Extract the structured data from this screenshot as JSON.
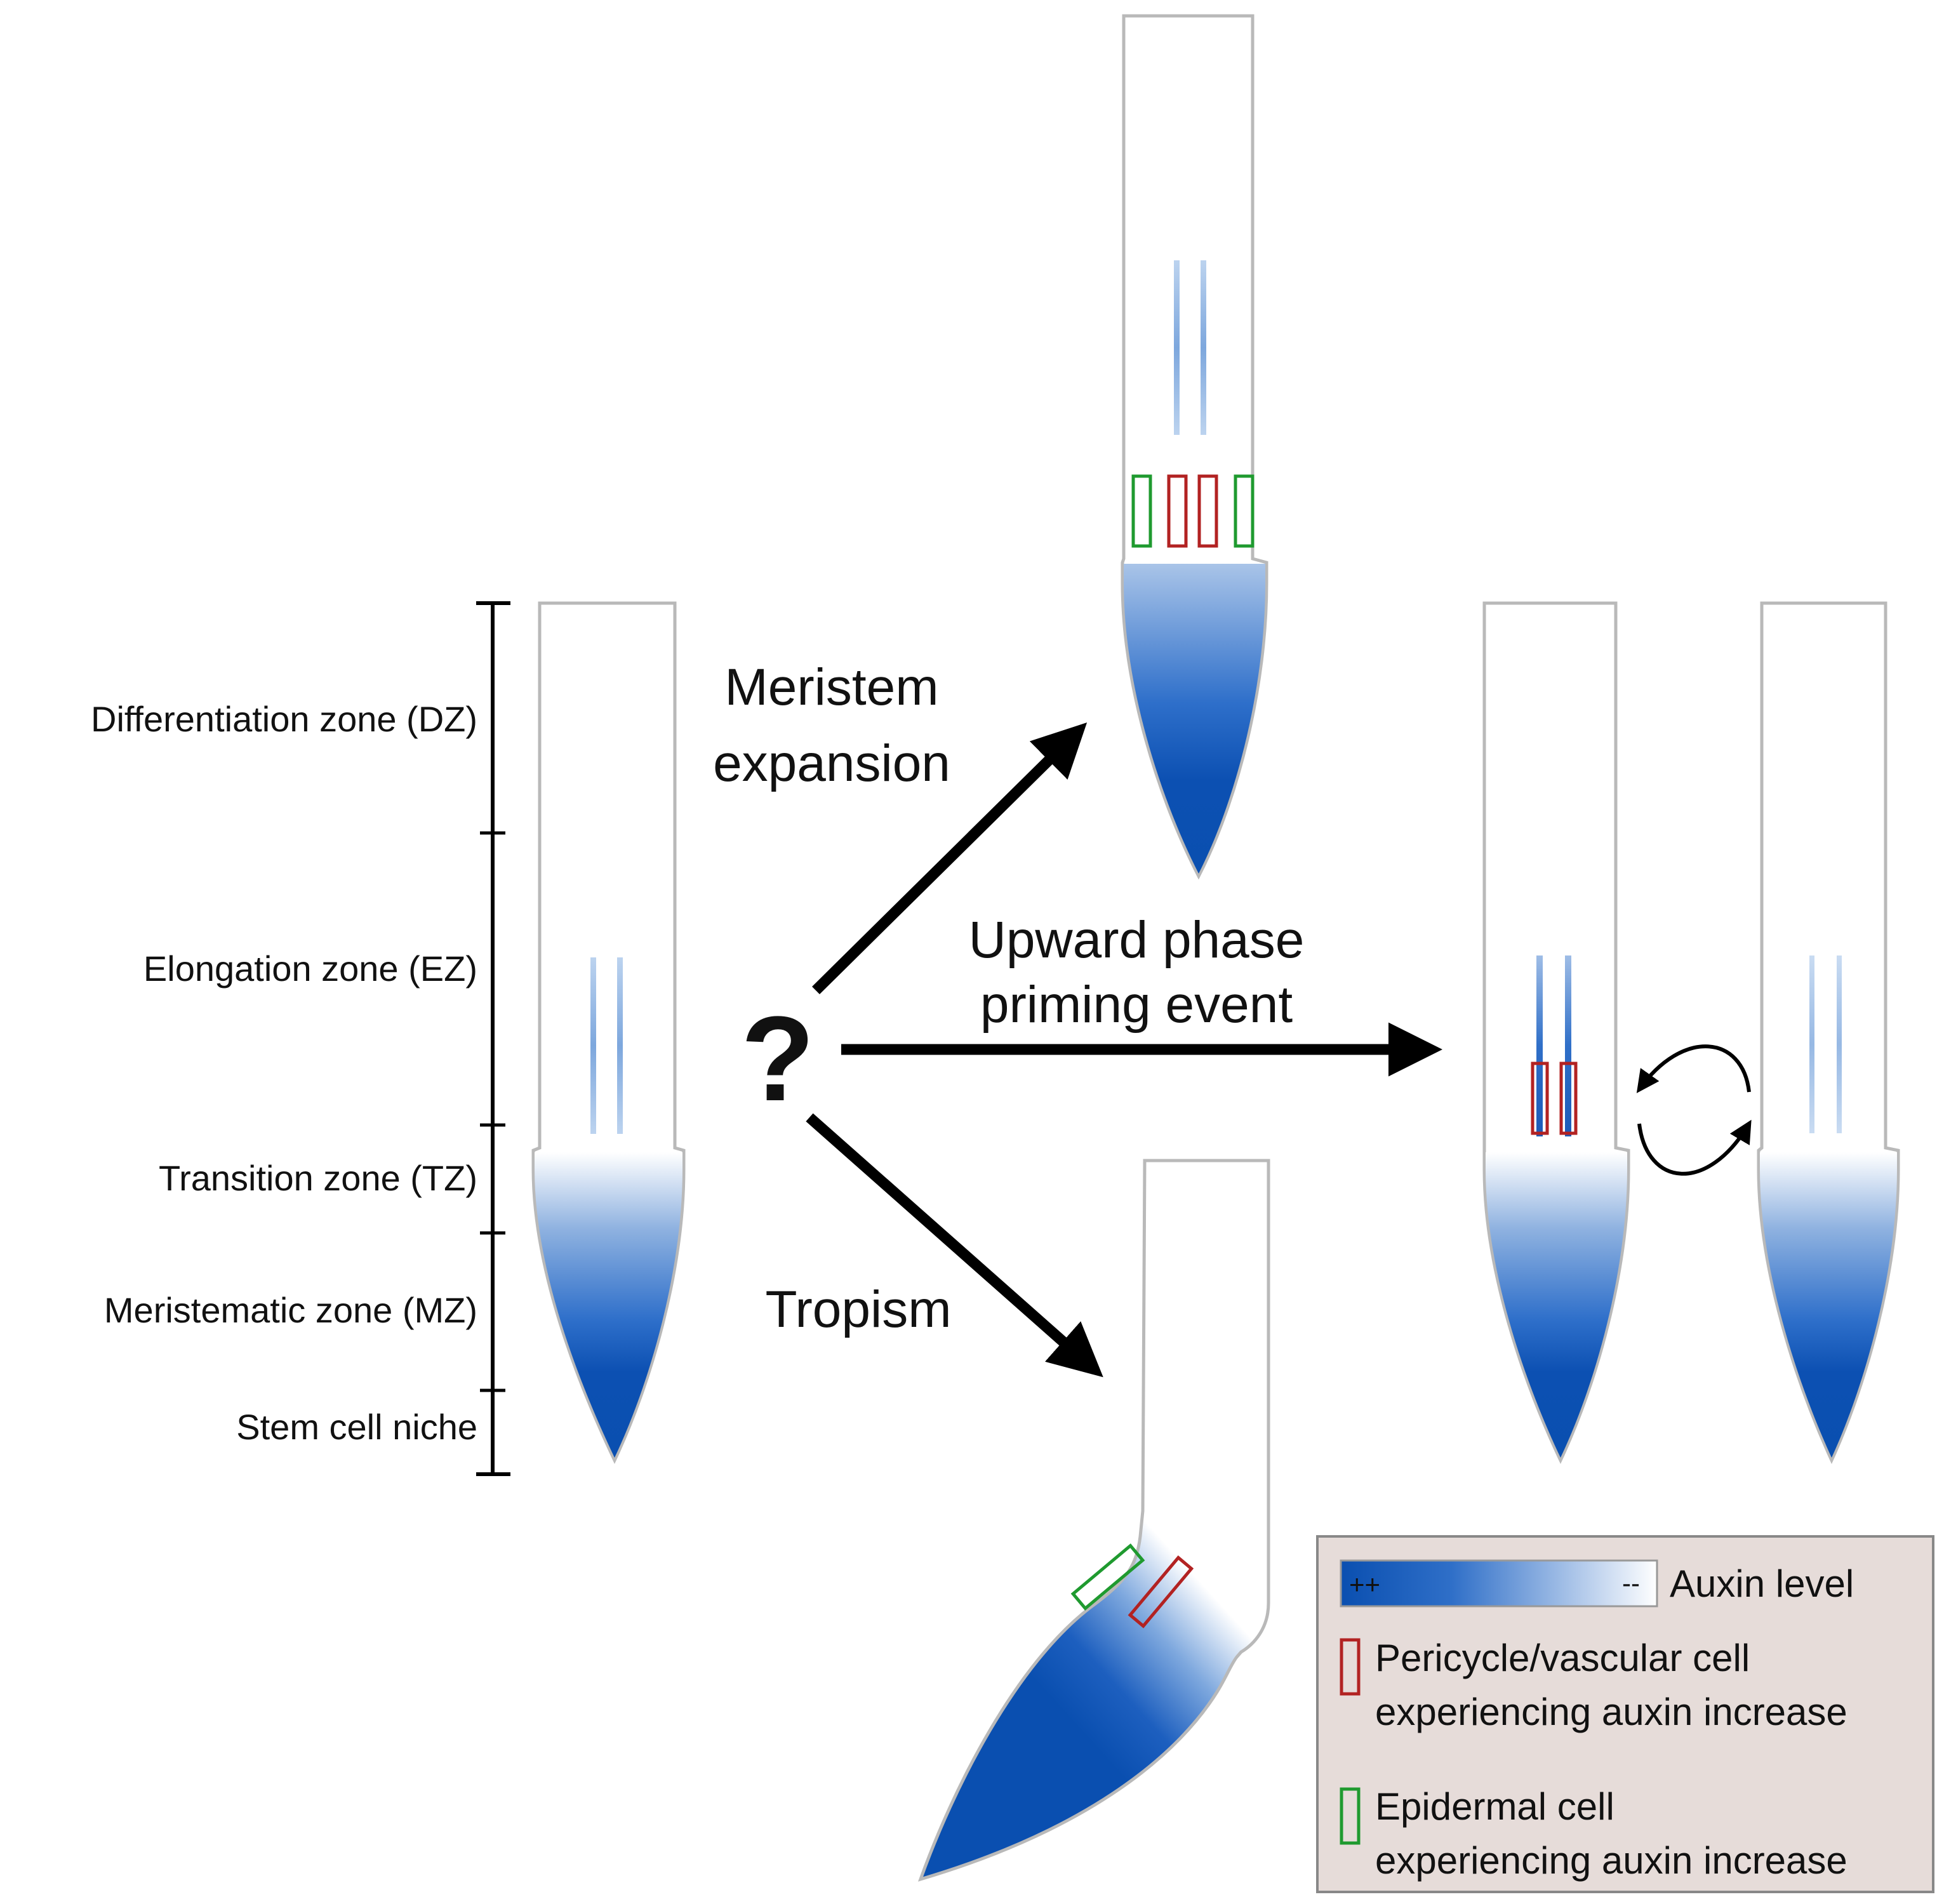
{
  "zones": {
    "dz": "Differentiation zone (DZ)",
    "ez": "Elongation  zone (EZ)",
    "tz": "Transition zone (TZ)",
    "mz": "Meristematic zone (MZ)",
    "scn": "Stem cell  niche"
  },
  "question_mark": "?",
  "pathways": {
    "meristem_line1": "Meristem",
    "meristem_line2": "expansion",
    "upward_line1": "Upward phase",
    "upward_line2": "priming event",
    "tropism": "Tropism"
  },
  "legend": {
    "gradient_high": "++",
    "gradient_low": "--",
    "auxin_label": "Auxin level",
    "pericycle_line1": "Pericycle/vascular cell",
    "pericycle_line2": "experiencing auxin increase",
    "epidermal_line1": "Epidermal cell",
    "epidermal_line2": "experiencing auxin increase"
  },
  "colors": {
    "auxin_high": "#0a4fb0",
    "auxin_low": "#ffffff",
    "pericycle_cell": "#b22222",
    "epidermal_cell": "#1f9a2f",
    "root_outline": "#b9b9b9",
    "legend_bg": "#e6dcd9"
  }
}
